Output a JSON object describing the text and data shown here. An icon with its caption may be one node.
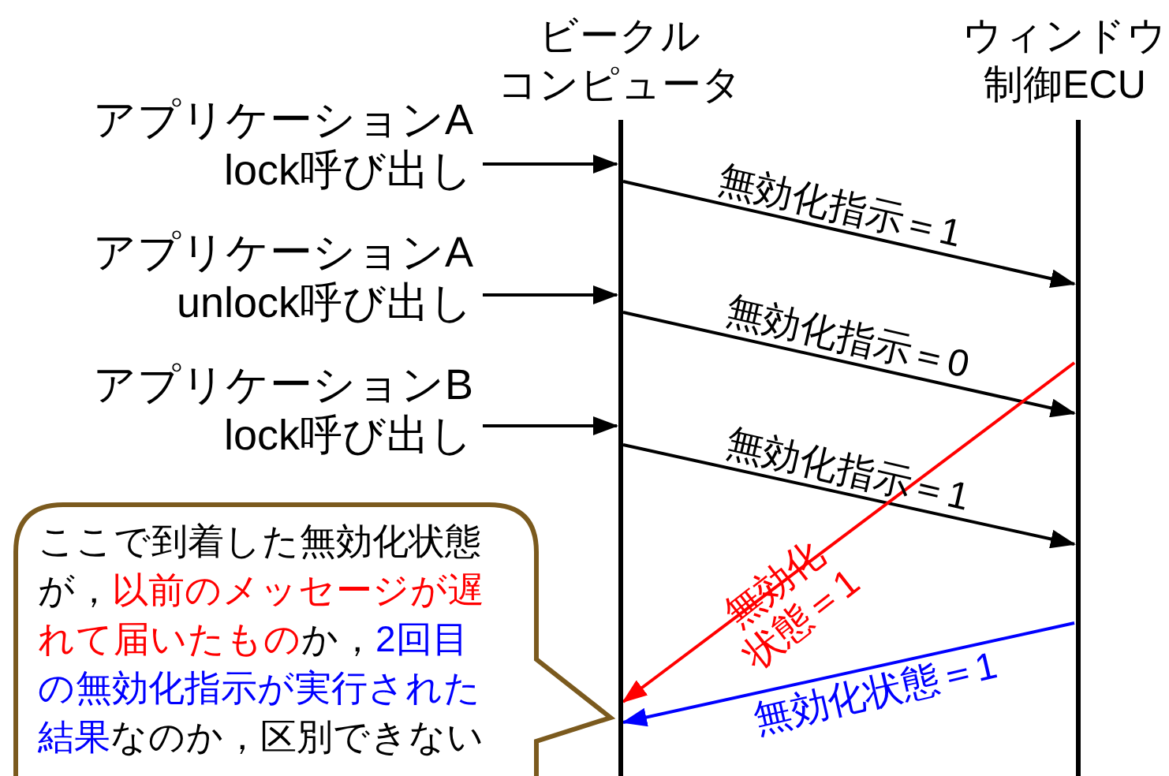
{
  "diagram": {
    "nodes": [
      {
        "text": [
          "ビークルコンピュータ"
        ]
      },
      {
        "text": [
          "ウィンドウ制御ECU"
        ]
      },
      {
        "text": [
          "アプリケーションA",
          "lock呼び出し"
        ]
      },
      {
        "text": [
          "アプリケーションA",
          "unlock呼び出し"
        ]
      },
      {
        "text": [
          "アプリケーションB",
          "lock呼び出し"
        ]
      },
      {
        "text": [
          "ここで到着した無効化状態が，",
          "以前のメッセージが遅れて届いたもの",
          "か，",
          "2回目の無効化指示が実行された結果",
          "なのか，区別できない"
        ]
      }
    ],
    "edges": [
      {
        "from": 2,
        "to": 0,
        "arrow": "to"
      },
      {
        "from": 3,
        "to": 0,
        "arrow": "to"
      },
      {
        "from": 4,
        "to": 0,
        "arrow": "to"
      },
      {
        "from": 0,
        "to": 1,
        "arrow": "to",
        "label": "無効化指示＝1"
      },
      {
        "from": 0,
        "to": 1,
        "arrow": "to",
        "label": "無効化指示＝0"
      },
      {
        "from": 0,
        "to": 1,
        "arrow": "to",
        "label": "無効化指示＝1"
      },
      {
        "from": 1,
        "to": 0,
        "arrow": "to",
        "label": "無効化状態＝1",
        "color": "#ff0000"
      },
      {
        "from": 1,
        "to": 0,
        "arrow": "to",
        "label": "無効化状態＝1",
        "color": "#0000ff"
      }
    ]
  }
}
